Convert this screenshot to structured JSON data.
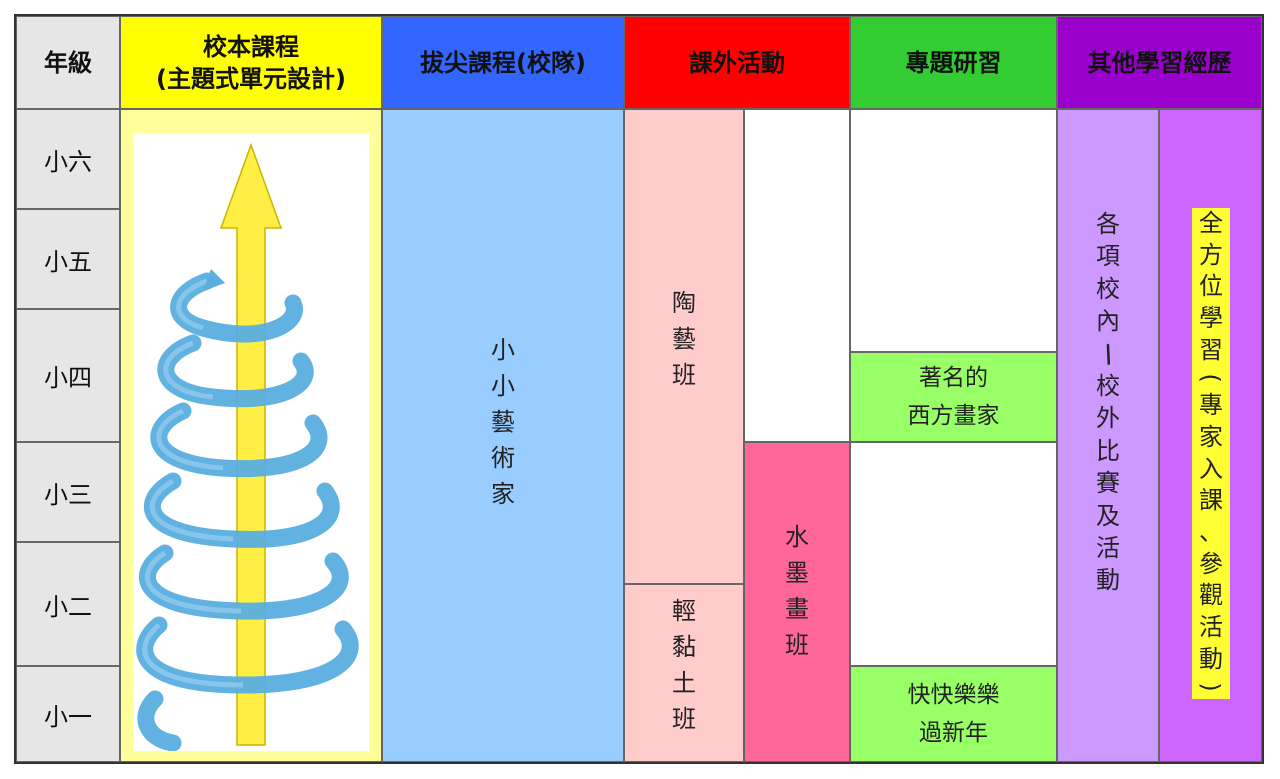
{
  "headers": {
    "grade": "年級",
    "school_line1": "校本課程",
    "school_line2": "(主題式單元設計)",
    "elite": "拔尖課程(校隊)",
    "extra": "課外活動",
    "project": "專題研習",
    "other": "其他學習經歷"
  },
  "grades": [
    "小六",
    "小五",
    "小四",
    "小三",
    "小二",
    "小一"
  ],
  "elite_text": [
    "小",
    "小",
    "藝",
    "術",
    "家"
  ],
  "pottery_text": [
    "陶",
    "藝",
    "班"
  ],
  "clay_text": [
    "輕",
    "黏",
    "土",
    "班"
  ],
  "ink_text": [
    "水",
    "墨",
    "畫",
    "班"
  ],
  "project_famous": [
    "著名的",
    "西方畫家"
  ],
  "project_newyear": [
    "快快樂樂",
    "過新年"
  ],
  "other_competitions": [
    "各",
    "項",
    "校",
    "內",
    "/",
    "校",
    "外",
    "比",
    "賽",
    "及",
    "活",
    "動"
  ],
  "other_allround": [
    "全",
    "方",
    "位",
    "學",
    "習",
    "(",
    "專",
    "家",
    "入",
    "課",
    "、",
    "參",
    "觀",
    "活",
    "動",
    ")"
  ],
  "colors": {
    "school": "#ffff00",
    "elite": "#3366ff",
    "extra": "#ff0000",
    "project": "#33cc33",
    "other": "#9900cc",
    "grade_bg": "#e6e6e6",
    "spiral": "#5aaee0",
    "arrow": "#ffee44"
  },
  "icons": {
    "spiral": "spiral-arrow-icon"
  }
}
